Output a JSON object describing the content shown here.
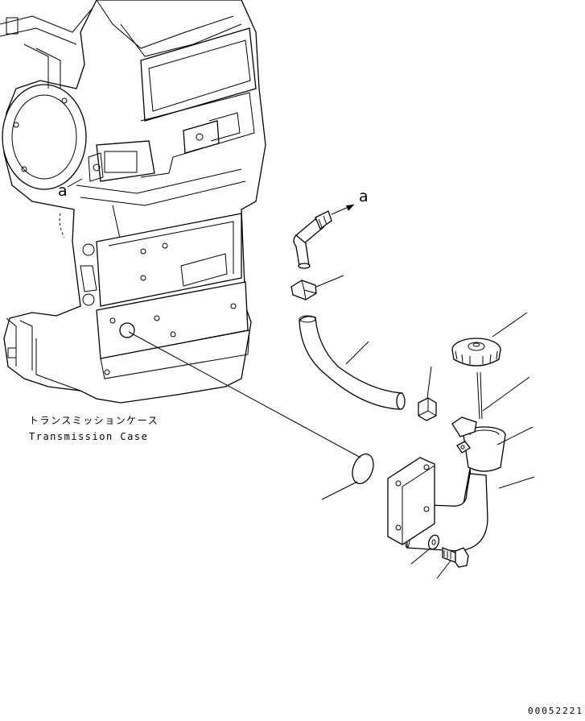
{
  "labels": {
    "case_jp": "トランスミッションケース",
    "case_en": "Transmission Case",
    "ref_a_left": "a",
    "ref_a_right": "a"
  },
  "document_number": "00052221"
}
